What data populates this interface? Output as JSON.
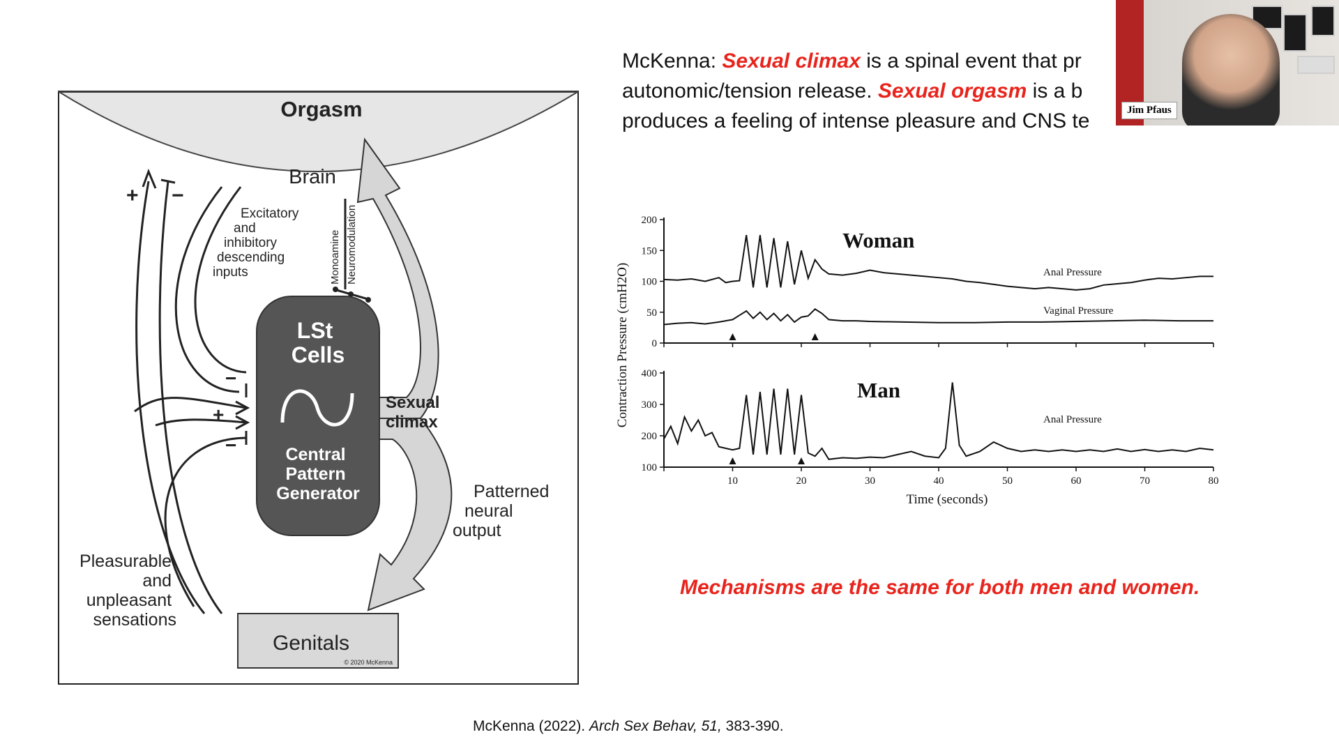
{
  "intro": {
    "prefix": "McKenna: ",
    "term1": "Sexual climax",
    "mid1": " is a spinal event that pr",
    "line2_start": "autonomic/tension release. ",
    "term2": "Sexual orgasm",
    "mid2": " is a b",
    "line3": "produces a feeling of intense pleasure and CNS te"
  },
  "diagram": {
    "orgasm": "Orgasm",
    "brain": "Brain",
    "plus_top": "+",
    "minus_top": "−",
    "excitatory": [
      "Excitatory",
      "and",
      "inhibitory",
      "descending",
      "inputs"
    ],
    "monoamine": "Monoamine",
    "neuromodulation": "Neuromodulation",
    "lst": [
      "LSt",
      "Cells"
    ],
    "cpg": [
      "Central",
      "Pattern",
      "Generator"
    ],
    "sexual_climax": [
      "Sexual",
      "climax"
    ],
    "patterned": [
      "Patterned",
      "neural",
      "output"
    ],
    "pleasurable": [
      "Pleasurable",
      "and",
      "unpleasant",
      "sensations"
    ],
    "genitals": "Genitals",
    "copyright": "© 2020 McKenna",
    "sign_minus": "−",
    "sign_plus": "+"
  },
  "chart_data": [
    {
      "type": "line",
      "title": "Woman",
      "ylabel": "Contraction Pressure (cmH2O)",
      "ylim": [
        0,
        200
      ],
      "yticks": [
        "200",
        "150",
        "100",
        "50",
        "0"
      ],
      "series": [
        {
          "name": "Anal Pressure",
          "x": [
            0,
            2,
            4,
            6,
            8,
            9,
            10,
            11,
            12,
            13,
            14,
            15,
            16,
            17,
            18,
            19,
            20,
            21,
            22,
            23,
            24,
            26,
            28,
            30,
            32,
            34,
            36,
            38,
            40,
            42,
            44,
            46,
            48,
            50,
            52,
            54,
            56,
            58,
            60,
            62,
            64,
            66,
            68,
            70,
            72,
            74,
            76,
            78,
            80
          ],
          "y": [
            103,
            102,
            104,
            100,
            106,
            98,
            100,
            101,
            175,
            90,
            175,
            90,
            170,
            90,
            165,
            95,
            150,
            105,
            135,
            120,
            112,
            110,
            113,
            118,
            114,
            112,
            110,
            108,
            106,
            104,
            100,
            98,
            95,
            92,
            90,
            88,
            90,
            88,
            86,
            88,
            94,
            96,
            98,
            102,
            105,
            104,
            106,
            108,
            108
          ]
        },
        {
          "name": "Vaginal Pressure",
          "x": [
            0,
            2,
            4,
            6,
            8,
            9,
            10,
            11,
            12,
            13,
            14,
            15,
            16,
            17,
            18,
            19,
            20,
            21,
            22,
            23,
            24,
            26,
            28,
            30,
            35,
            40,
            45,
            50,
            55,
            60,
            65,
            70,
            75,
            80
          ],
          "y": [
            30,
            32,
            33,
            31,
            34,
            36,
            38,
            45,
            52,
            40,
            50,
            38,
            48,
            36,
            46,
            34,
            42,
            44,
            55,
            48,
            38,
            36,
            36,
            35,
            34,
            33,
            33,
            34,
            34,
            35,
            36,
            37,
            36,
            36
          ]
        }
      ],
      "markers_x": [
        10,
        22
      ]
    },
    {
      "type": "line",
      "title": "Man",
      "xlabel": "Time (seconds)",
      "ylim": [
        100,
        400
      ],
      "yticks": [
        "400",
        "300",
        "200",
        "100"
      ],
      "xticks": [
        "10",
        "20",
        "30",
        "40",
        "50",
        "60",
        "70",
        "80"
      ],
      "series": [
        {
          "name": "Anal Pressure",
          "x": [
            0,
            1,
            2,
            3,
            4,
            5,
            6,
            7,
            8,
            9,
            10,
            11,
            12,
            13,
            14,
            15,
            16,
            17,
            18,
            19,
            20,
            21,
            22,
            23,
            24,
            26,
            28,
            30,
            32,
            34,
            36,
            38,
            40,
            41,
            42,
            43,
            44,
            46,
            48,
            50,
            52,
            54,
            56,
            58,
            60,
            62,
            64,
            66,
            68,
            70,
            72,
            74,
            76,
            78,
            80
          ],
          "y": [
            190,
            230,
            175,
            260,
            215,
            250,
            200,
            210,
            165,
            160,
            155,
            160,
            330,
            140,
            340,
            140,
            350,
            140,
            350,
            140,
            330,
            145,
            135,
            160,
            125,
            130,
            128,
            132,
            130,
            140,
            150,
            135,
            130,
            160,
            370,
            170,
            135,
            150,
            180,
            160,
            150,
            155,
            150,
            155,
            150,
            155,
            150,
            158,
            150,
            156,
            150,
            155,
            150,
            160,
            155
          ]
        }
      ],
      "markers_x": [
        10,
        20
      ]
    }
  ],
  "conclusion": "Mechanisms are the same for both men and women.",
  "citation": {
    "author": "McKenna (2022). ",
    "journal": "Arch Sex Behav, 51,",
    "pages": " 383-390."
  },
  "webcam": {
    "name": "Jim Pfaus"
  }
}
